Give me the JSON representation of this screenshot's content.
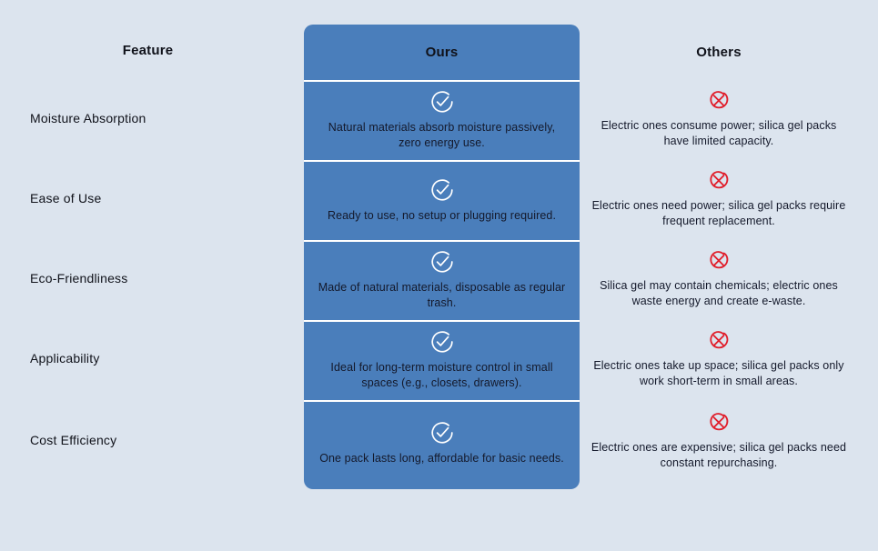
{
  "theme": {
    "page_background": "#dce4ee",
    "highlight_card": "#4a7ebb",
    "divider": "#ffffff",
    "text_dark": "#10121a",
    "cell_text": "#14192b",
    "check_color": "#ffffff",
    "cross_color": "#e01e2b"
  },
  "columns": {
    "feature_header": "Feature",
    "ours_header": "Ours",
    "others_header": "Others"
  },
  "icons": {
    "check": "check-circle-icon",
    "cross": "cross-circle-icon"
  },
  "rows": [
    {
      "feature": "Moisture Absorption",
      "ours": "Natural materials absorb moisture passively, zero energy use.",
      "others": "Electric ones consume power; silica gel packs have limited capacity."
    },
    {
      "feature": "Ease of Use",
      "ours": "Ready to use, no setup or plugging required.",
      "others": "Electric ones need power; silica gel packs require frequent replacement."
    },
    {
      "feature": "Eco-Friendliness",
      "ours": "Made of natural materials, disposable as regular trash.",
      "others": "Silica gel may contain chemicals; electric ones waste energy and create e-waste."
    },
    {
      "feature": "Applicability",
      "ours": "Ideal for long-term moisture control in small spaces (e.g., closets, drawers).",
      "others": "Electric ones take up space; silica gel packs only work short-term in small areas."
    },
    {
      "feature": "Cost Efficiency",
      "ours": "One pack lasts long, affordable for basic needs.",
      "others": "Electric ones are expensive; silica gel packs need constant repurchasing."
    }
  ]
}
